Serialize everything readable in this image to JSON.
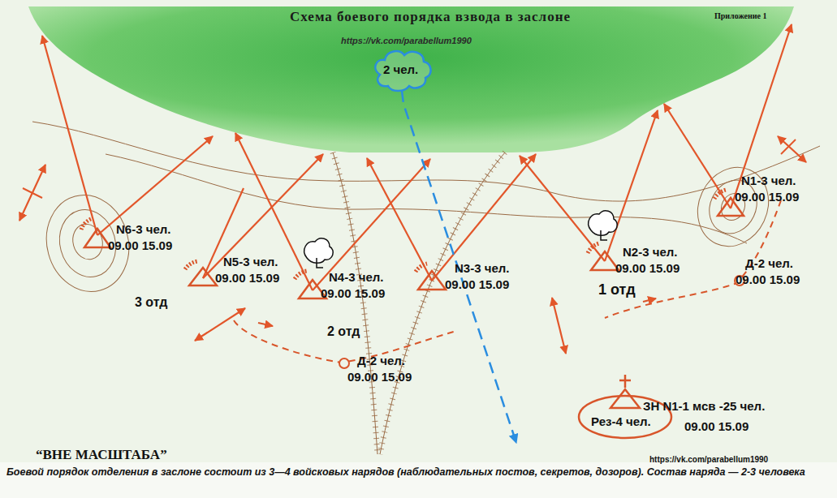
{
  "diagram": {
    "title": "Схема боевого порядка взвода в заслоне",
    "caption": "Боевой порядок отделения в заслоне состоит из 3—4 войсковых нарядов (наблюдательных постов, секретов, дозоров). Состав наряда — 2-3 человека",
    "nodes": [
      {
        "text": [
          "2 чел."
        ]
      },
      {
        "text": [
          "N6-3 чел.",
          "09.00 15.09"
        ]
      },
      {
        "text": [
          "N5-3 чел.",
          "09.00 15.09"
        ]
      },
      {
        "text": [
          "N4-3 чел.",
          "09.00 15.09"
        ]
      },
      {
        "text": [
          "N3-3 чел.",
          "09.00 15.09"
        ]
      },
      {
        "text": [
          "N2-3 чел.",
          "09.00 15.09"
        ]
      },
      {
        "text": [
          "N1-3 чел.",
          "09.00 15.09"
        ]
      },
      {
        "text": [
          "Д-2 чел.",
          "09.00 15.09"
        ]
      },
      {
        "text": [
          "Д-2 чел.",
          "09.00 15.09"
        ]
      },
      {
        "text": [
          "ЗН N1-1 мсв -25 чел.",
          "Рез-4 чел.",
          "09.00 15.09"
        ]
      }
    ],
    "labels": [
      "https://vk.com/parabellum1990",
      "Приложение 1",
      "3 отд",
      "2 отд",
      "1 отд",
      "“ВНЕ МАСШТАБА”",
      "https://vk.com/parabellum1990"
    ]
  }
}
